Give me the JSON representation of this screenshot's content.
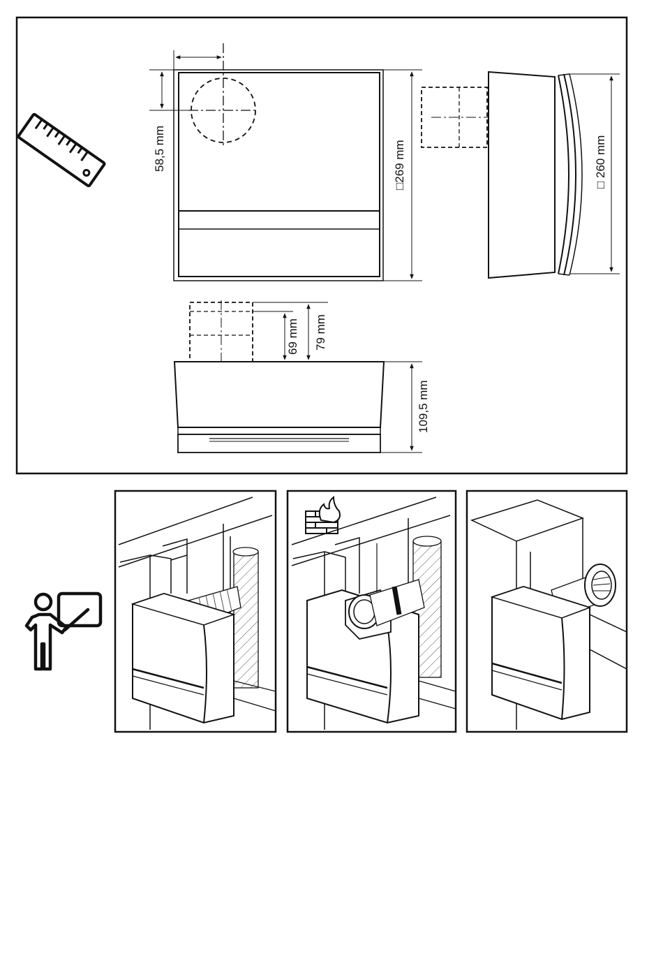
{
  "dimensions": {
    "dim_58_5": "58,5 mm",
    "dim_269": "□269 mm",
    "dim_260": "□ 260 mm",
    "dim_69": "69 mm",
    "dim_79": "79 mm",
    "dim_109_5": "109,5 mm"
  },
  "icons": {
    "ruler": "ruler-icon",
    "instructor": "instructor-icon",
    "fire_wall": "fire-wall-icon"
  },
  "colors": {
    "line": "#111111",
    "background": "#ffffff"
  }
}
